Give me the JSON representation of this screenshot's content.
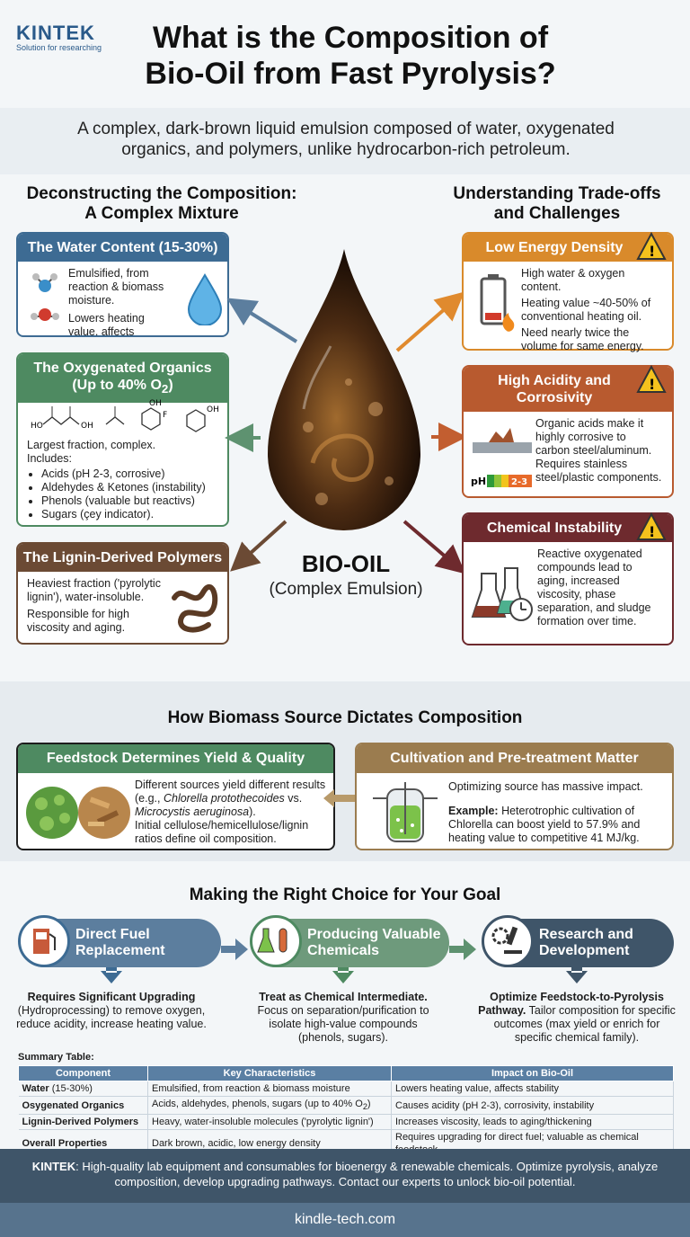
{
  "logo": {
    "brand": "KINTEK",
    "tagline": "Solution for researching"
  },
  "title_line1": "What is the Composition of",
  "title_line2": "Bio-Oil from Fast Pyrolysis?",
  "subtitle_line1": "A complex, dark-brown liquid emulsion composed of water, oxygenated",
  "subtitle_line2": "organics, and polymers, unlike hydrocarbon-rich petroleum.",
  "left_heading_1": "Deconstructing the Composition:",
  "left_heading_2": "A Complex Mixture",
  "right_heading_1": "Understanding Trade-offs",
  "right_heading_2": "and Challenges",
  "water": {
    "title": "The Water Content (15-30%)",
    "p1": "Emulsified, from reaction & biomass moisture.",
    "p2": "Lowers heating value, affects stability."
  },
  "oxy": {
    "title_1": "The Oxygenated Organics",
    "title_2": "(Up to 40% O",
    "title_sub": "2",
    "title_end": ")",
    "intro": "Largest fraction, complex.",
    "includes": "Includes:",
    "items": [
      "Acids (pH 2-3, corrosive)",
      "Aldehydes & Ketones (instability)",
      "Phenols (valuable but reactivs)",
      "Sugars (çey indicator)."
    ],
    "mol_ho": "HO",
    "mol_oh": "OH",
    "mol_f": "F"
  },
  "lignin": {
    "title": "The Lignin-Derived Polymers",
    "p1": "Heaviest fraction ('pyrolytic lignin'), water-insoluble.",
    "p2": "Responsible for high viscosity and aging."
  },
  "energy": {
    "title": "Low Energy Density",
    "p1": "High water & oxygen content.",
    "p2": "Heating value ~40-50% of conventional heating oil.",
    "p3": "Need nearly twice the volume for same energy."
  },
  "acid": {
    "title_1": "High Acidity and",
    "title_2": "Corrosivity",
    "text": "Organic acids make it highly corrosive to carbon steel/aluminum. Requires stainless steel/plastic components.",
    "ph_label": "pH",
    "ph_value": "2-3"
  },
  "instab": {
    "title": "Chemical Instability",
    "text": "Reactive oxygenated compounds lead to aging, increased viscosity, phase separation, and sludge formation over time."
  },
  "biooil": {
    "label": "BIO-OIL",
    "sub": "(Complex Emulsion)"
  },
  "source_heading": "How Biomass Source Dictates Composition",
  "feed": {
    "title": "Feedstock Determines Yield & Quality",
    "t1": "Different sources yield different results (e.g., ",
    "t_i1": "Chlorella protothecoides",
    "t2": " vs. ",
    "t_i2": "Microcystis aeruginosa",
    "t3": ").",
    "t4": "Initial cellulose/hemicellulose/lignin ratios define oil composition."
  },
  "cult": {
    "title": "Cultivation and Pre-treatment Matter",
    "p1": "Optimizing source has massive impact.",
    "ex_label": "Example:",
    "ex_text": " Heterotrophic cultivation of Chlorella can boost yield to 57.9% and heating value to competitive 41 MJ/kg."
  },
  "goal_heading": "Making the Right Choice for Your Goal",
  "goals": [
    {
      "title_1": "Direct Fuel",
      "title_2": "Replacement",
      "bold": "Requires Significant Upgrading",
      "rest": " (Hydroprocessing) to remove oxygen, reduce acidity, increase heating value."
    },
    {
      "title_1": "Producing Valuable",
      "title_2": "Chemicals",
      "bold": "Treat as Chemical Intermediate.",
      "rest": " Focus on separation/purification to isolate high-value compounds (phenols, sugars)."
    },
    {
      "title_1": "Research and",
      "title_2": "Development",
      "bold": "Optimize Feedstock-to-Pyrolysis Pathway.",
      "rest": " Tailor composition for specific outcomes (max yield or enrich for specific chemical family)."
    }
  ],
  "table": {
    "caption": "Summary Table:",
    "headers": [
      "Component",
      "Key Characteristics",
      "Impact on Bio-Oil"
    ],
    "rows": [
      {
        "c1b": "Water",
        "c1": " (15-30%)",
        "c2": "Emulsified, from reaction & biomass moisture",
        "c3": "Lowers heating value, affects stability"
      },
      {
        "c1b": "Osygenated Organics",
        "c1": "",
        "c2": "Acids, aldehydes, phenols, sugars (up to 40% O",
        "c2sub": "2",
        "c2end": ")",
        "c3": "Causes acidity (pH 2-3), corrosivity, instability"
      },
      {
        "c1b": "Lignin-Derived Polymers",
        "c1": "",
        "c2": "Heavy, water-insoluble molecules ('pyrolytic lignin')",
        "c3": "Increases viscosity, leads to aging/thickening"
      },
      {
        "c1b": "Overall Properties",
        "c1": "",
        "c2": "Dark brown, acidic, low energy density",
        "c3": "Requires upgrading for direct fuel; valuable as chemical feedstock"
      }
    ]
  },
  "footer": {
    "brand": "KINTEK",
    "text": ": High-quality lab equipment and consumables for bioenergy & renewable chemicals. Optimize pyrolysis, analyze composition, develop upgrading pathways. Contact our experts to unlock bio-oil potential.",
    "url": "kindle-tech.com"
  }
}
